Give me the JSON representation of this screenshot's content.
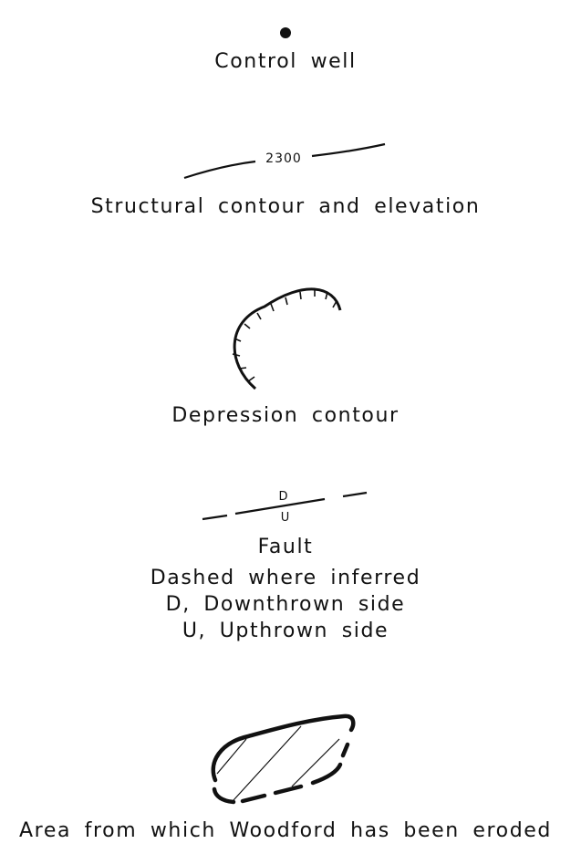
{
  "legend": {
    "control_well": {
      "label": "Control well"
    },
    "structural_contour": {
      "label": "Structural contour and elevation",
      "elevation": "2300"
    },
    "depression_contour": {
      "label": "Depression contour"
    },
    "fault": {
      "label": "Fault",
      "symbol_down": "D",
      "symbol_up": "U",
      "notes": [
        "Dashed where inferred",
        "D, Downthrown side",
        "U, Upthrown side"
      ]
    },
    "eroded_area": {
      "label": "Area from which Woodford has been eroded"
    }
  }
}
